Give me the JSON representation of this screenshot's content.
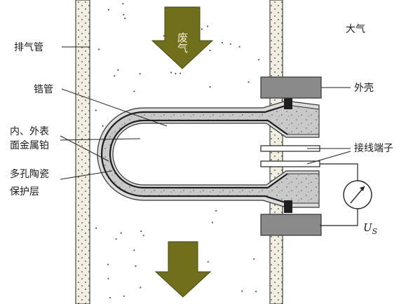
{
  "labels": {
    "atmosphere": "大气",
    "exhaust_gas": "废气",
    "exhaust_pipe": "排气管",
    "zirconia_tube": "锆管",
    "metal_foil_line1": "内、外表",
    "metal_foil_line2": "面金属铂",
    "porous_layer_line1": "多孔陶瓷",
    "porous_layer_line2": "保护层",
    "housing": "外壳",
    "terminal": "接线端子",
    "voltage_symbol": "U",
    "voltage_subscript": "S"
  },
  "colors": {
    "arrow_fill": "#6f6f1c",
    "zirconia_fill": "#c8c8c8",
    "housing_fill": "#8a8a8a",
    "pipe_wall_fill": "#f2efe2",
    "dark_band": "#1e1e1e",
    "line": "#222222"
  }
}
